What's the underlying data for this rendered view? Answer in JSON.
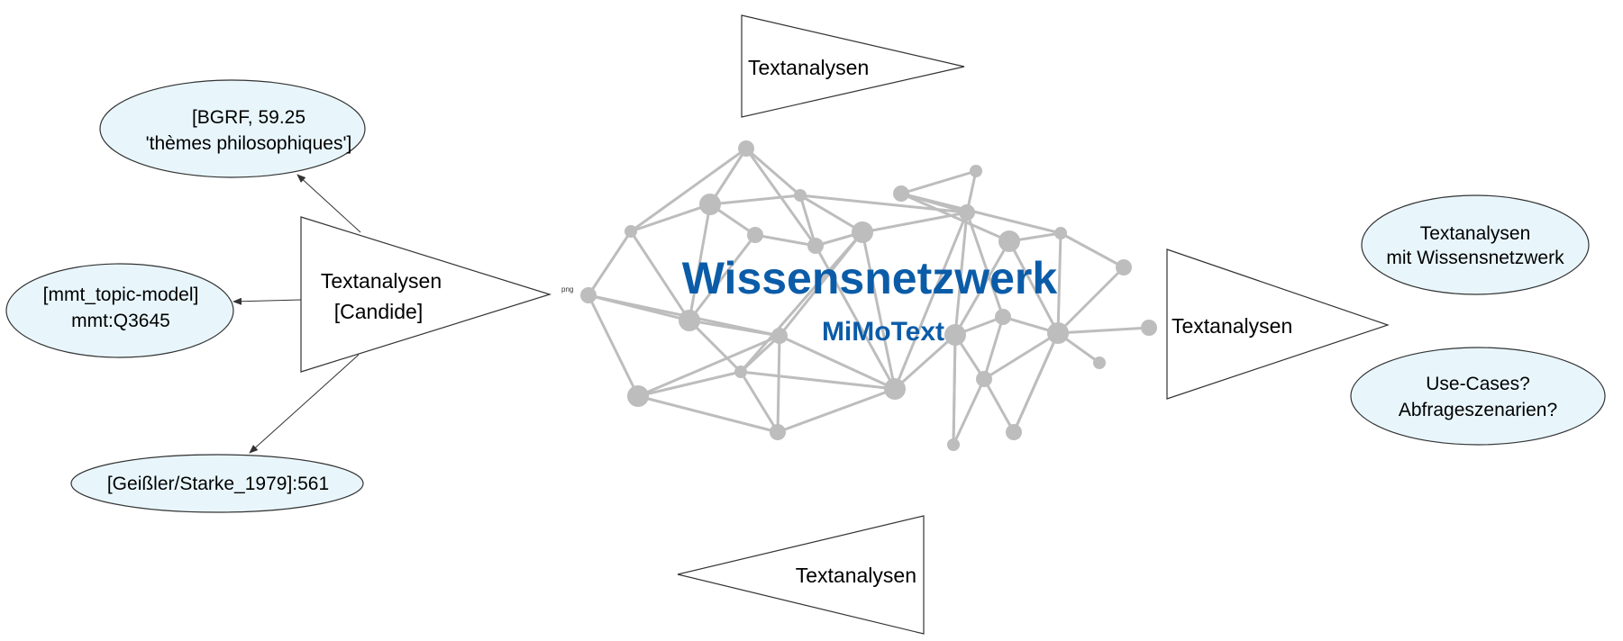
{
  "triangles": {
    "top": "Textanalysen",
    "left_line1": "Textanalysen",
    "left_line2": "[Candide]",
    "right": "Textanalysen",
    "bottom": "Textanalysen"
  },
  "ovals": {
    "bgrf_line1": "[BGRF, 59.25",
    "bgrf_line2": "'thèmes philosophiques']",
    "topic_line1": "[mmt_topic-model]",
    "topic_line2": "mmt:Q3645",
    "geissler": "[Geißler/Starke_1979]:561",
    "wissen_line1": "Textanalysen",
    "wissen_line2": "mit Wissensnetzwerk",
    "usecases_line1": "Use-Cases?",
    "usecases_line2": "Abfrageszenarien?"
  },
  "network": {
    "title": "Wissensnetzwerk",
    "subtitle": "MiMoText",
    "image_tag": "png",
    "edge_color": "#bdbdbd",
    "title_color": "#0b5ca8"
  }
}
